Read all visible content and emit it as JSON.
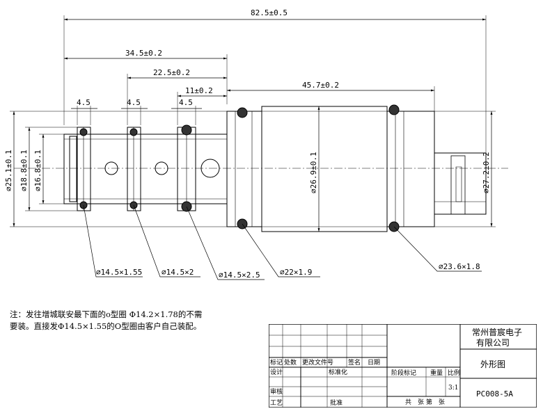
{
  "dimensions": {
    "overall_length": "82.5±0.5",
    "length_34": "34.5±0.2",
    "length_22": "22.5±0.2",
    "length_11": "11±0.2",
    "length_45": "45.7±0.2",
    "groove_1": "4.5",
    "groove_2": "4.5",
    "groove_3": "4.5",
    "dia_25": "⌀25.1±0.1",
    "dia_18": "⌀18.8±0.1",
    "dia_16": "⌀16.8±0.1",
    "dia_26": "⌀26.9±0.1",
    "dia_27": "⌀27.2±0.2"
  },
  "callouts": {
    "oring_1": "⌀14.5×1.55",
    "oring_2": "⌀14.5×2",
    "oring_3": "⌀14.5×2.5",
    "oring_4": "⌀22×1.9",
    "oring_5": "⌀23.6×1.8"
  },
  "note": {
    "line1": "注：发往增城联安最下面的o型圈 Φ14.2×1.78的不需",
    "line2": "要装。直接发Φ14.5×1.55的O型圈由客户自己装配。"
  },
  "title_block": {
    "company_line1": "常州普宸电子",
    "company_line2": "有限公司",
    "drawing_name": "外形图",
    "drawing_no": "PC008-5A",
    "scale": "3:1",
    "h_mark": "标记",
    "h_count": "处数",
    "h_change": "更改文件号",
    "h_sign": "签名",
    "h_date": "日期",
    "h_design": "设计",
    "h_standard": "标准化",
    "h_stage": "阶段标记",
    "h_weight": "重量",
    "h_ratio": "比例",
    "h_review": "审核",
    "h_process": "工艺",
    "h_approve": "批准",
    "h_sheets": "共　张 第　张"
  }
}
